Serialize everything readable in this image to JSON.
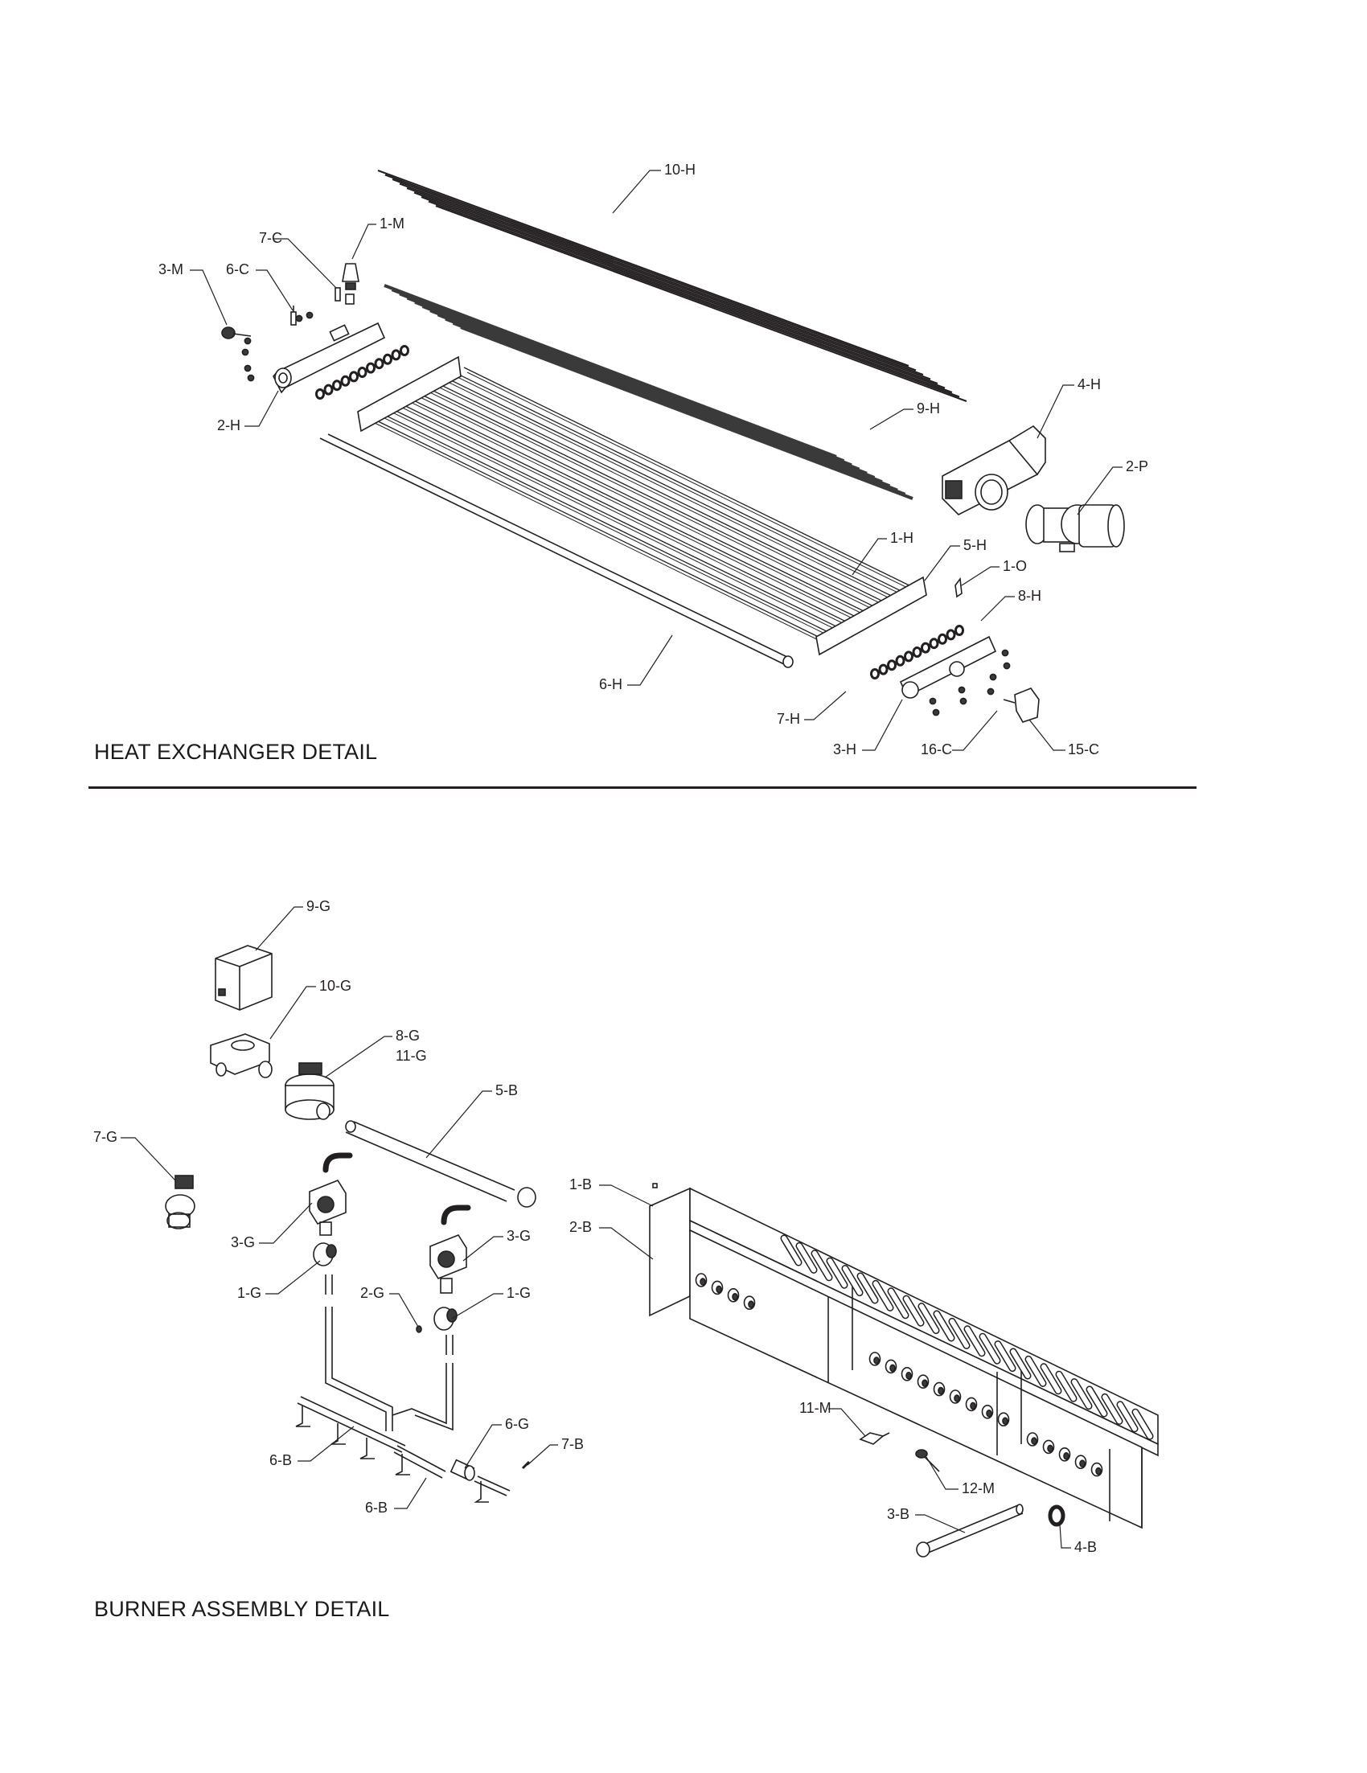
{
  "sections": {
    "heat_exchanger": {
      "title": "HEAT EXCHANGER DETAIL",
      "callouts": [
        "10-H",
        "1-M",
        "7-C",
        "3-M",
        "6-C",
        "2-H",
        "9-H",
        "4-H",
        "2-P",
        "1-H",
        "5-H",
        "1-O",
        "8-H",
        "6-H",
        "7-H",
        "3-H",
        "16-C",
        "15-C"
      ]
    },
    "burner_assembly": {
      "title": "BURNER ASSEMBLY DETAIL",
      "callouts": [
        "9-G",
        "10-G",
        "8-G",
        "11-G",
        "5-B",
        "7-G",
        "3-G",
        "3-G",
        "1-G",
        "2-G",
        "1-G",
        "1-B",
        "2-B",
        "11-M",
        "6-G",
        "7-B",
        "6-B",
        "6-B",
        "12-M",
        "3-B",
        "4-B"
      ]
    }
  },
  "colors": {
    "line": "#231f20",
    "paper": "#ffffff",
    "tube_dark": "#3a3a3a"
  }
}
